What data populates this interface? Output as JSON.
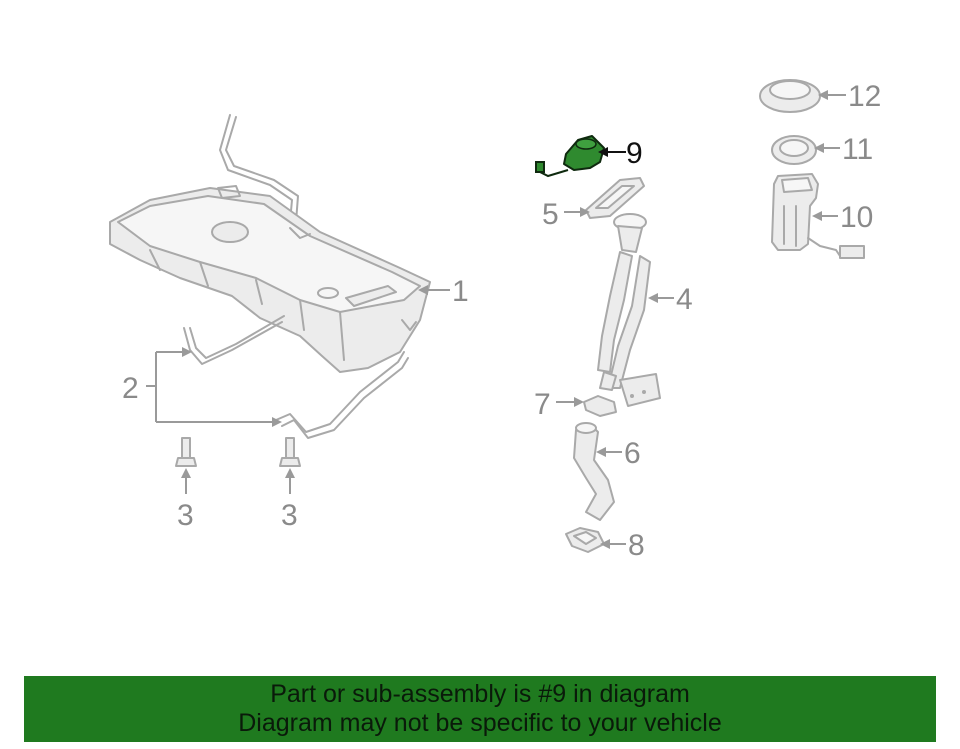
{
  "labels": {
    "p1": "1",
    "p2": "2",
    "p3a": "3",
    "p3b": "3",
    "p4": "4",
    "p5": "5",
    "p6": "6",
    "p7": "7",
    "p8": "8",
    "p9": "9",
    "p10": "10",
    "p11": "11",
    "p12": "12"
  },
  "highlighted_part": "9",
  "colors": {
    "highlight": "#2f8a2f",
    "banner": "#1f7a1f",
    "line_art": "#a9a9a9"
  },
  "banner": {
    "line1": "Part or sub-assembly is #9 in diagram",
    "line2": "Diagram may not be specific to your vehicle"
  }
}
